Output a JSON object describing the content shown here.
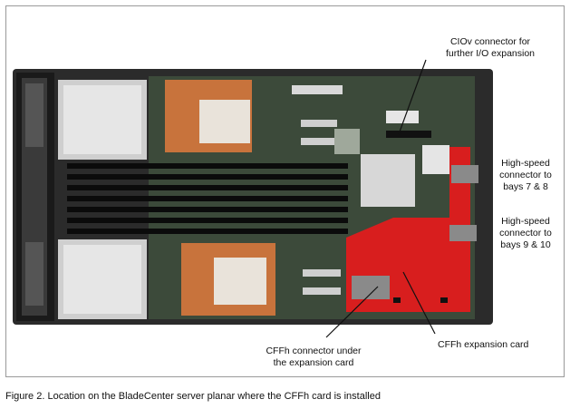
{
  "labels": {
    "ciov": [
      "CIOv connector for",
      "further I/O expansion"
    ],
    "hs78": [
      "High-speed",
      "connector to",
      "bays 7 & 8"
    ],
    "hs910": [
      "High-speed",
      "connector to",
      "bays 9 & 10"
    ],
    "cffh_under": [
      "CFFh connector under",
      "the expansion card"
    ],
    "cffh_card": "CFFh expansion card"
  },
  "caption": "Figure 2. Location on the BladeCenter server planar where the CFFh card is installed",
  "colors": {
    "red_card": "#d81e1e",
    "board": "#3c4a3a",
    "heatsink": "#c8733c",
    "frame": "#9a9a9a"
  }
}
